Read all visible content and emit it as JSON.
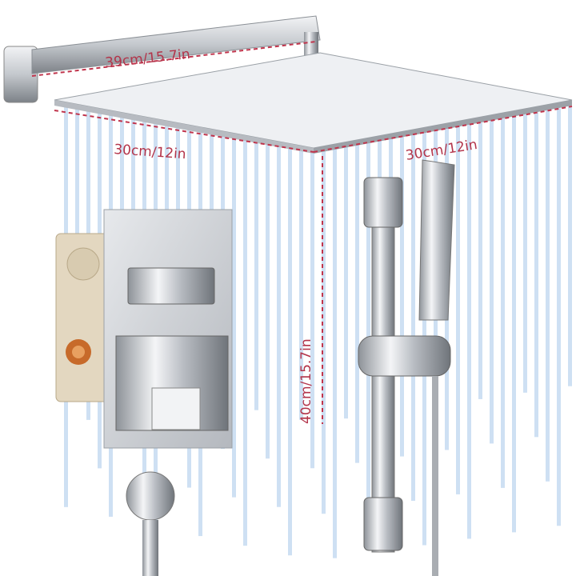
{
  "dimensions": {
    "arm_length": "39cm/15.7in",
    "head_width": "30cm/12in",
    "head_depth": "30cm/12in",
    "slide_bar_height": "40cm/15.7in"
  },
  "colors": {
    "dimension_line": "#c0344c",
    "water": "#b9d3ee",
    "chrome": "#c9ccd1"
  }
}
